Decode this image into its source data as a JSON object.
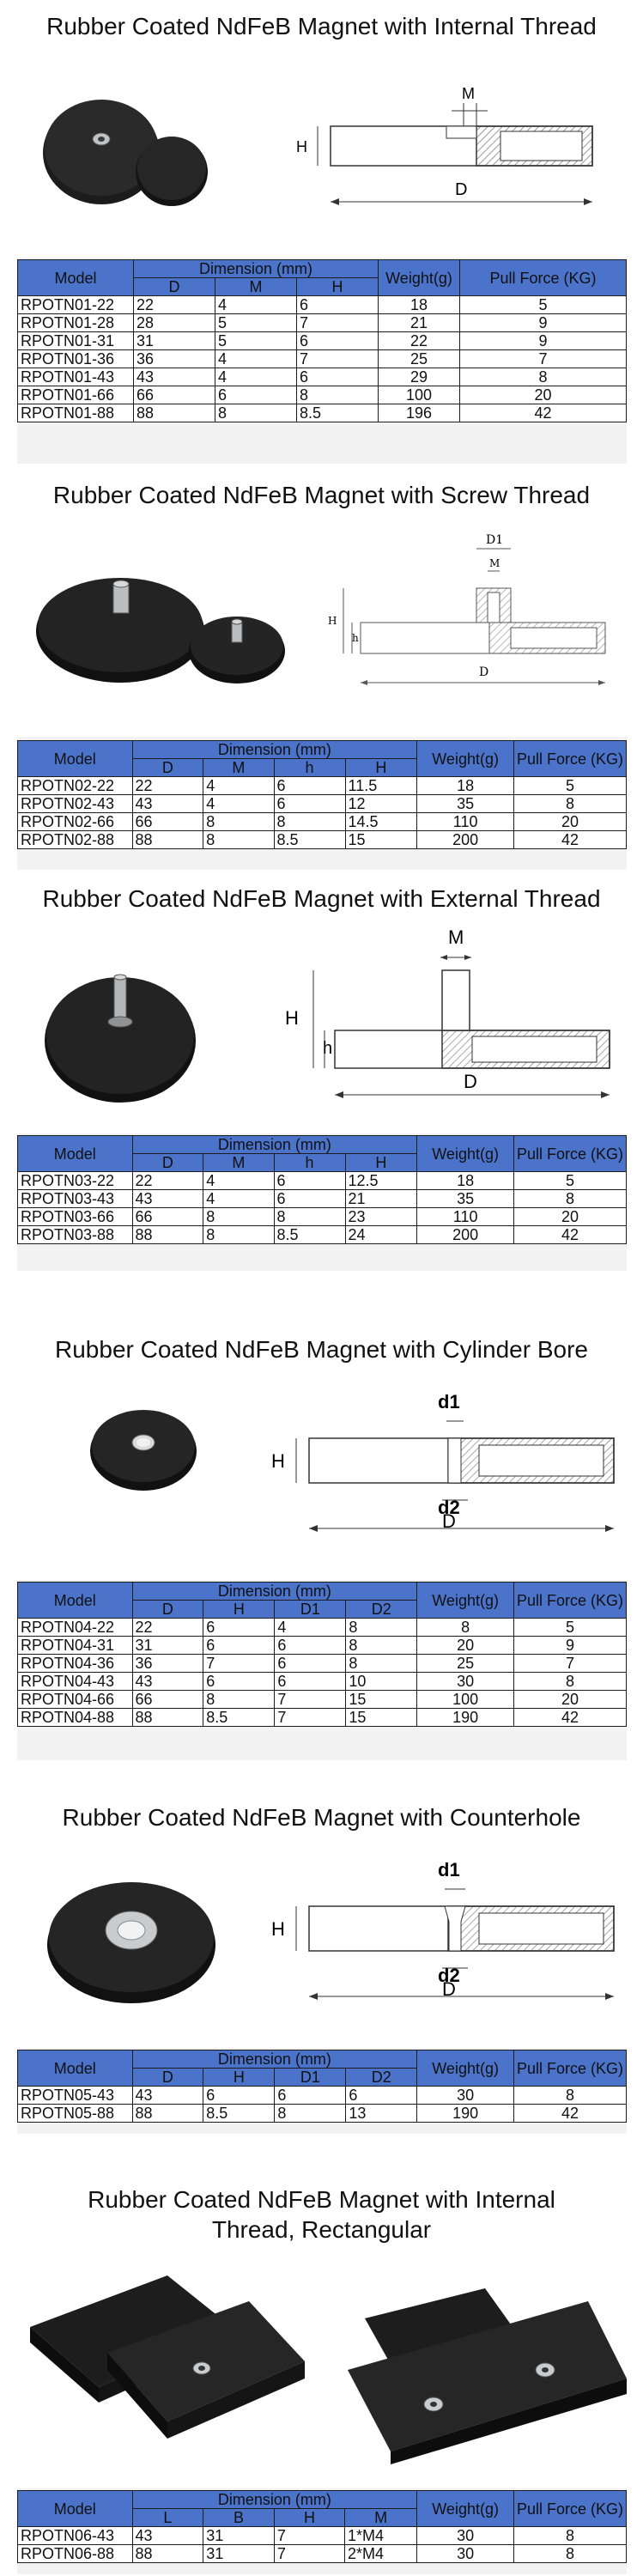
{
  "sections": [
    {
      "title": "Rubber Coated NdFeB Magnet with Internal Thread",
      "diagram_labels": [
        "M",
        "H",
        "D"
      ],
      "table": {
        "model_header": "Model",
        "dimension_header": "Dimension (mm)",
        "sub_headers": [
          "D",
          "M",
          "H"
        ],
        "weight_header": "Weight(g)",
        "pull_header": "Pull Force (KG)",
        "rows": [
          [
            "RPOTN01-22",
            "22",
            "4",
            "6",
            "18",
            "5"
          ],
          [
            "RPOTN01-28",
            "28",
            "5",
            "7",
            "21",
            "9"
          ],
          [
            "RPOTN01-31",
            "31",
            "5",
            "6",
            "22",
            "9"
          ],
          [
            "RPOTN01-36",
            "36",
            "4",
            "7",
            "25",
            "7"
          ],
          [
            "RPOTN01-43",
            "43",
            "4",
            "6",
            "29",
            "8"
          ],
          [
            "RPOTN01-66",
            "66",
            "6",
            "8",
            "100",
            "20"
          ],
          [
            "RPOTN01-88",
            "88",
            "8",
            "8.5",
            "196",
            "42"
          ]
        ]
      }
    },
    {
      "title": "Rubber Coated NdFeB Magnet with Screw Thread",
      "diagram_labels": [
        "D1",
        "M",
        "H",
        "h",
        "D"
      ],
      "table": {
        "model_header": "Model",
        "dimension_header": "Dimension (mm)",
        "sub_headers": [
          "D",
          "M",
          "h",
          "H"
        ],
        "weight_header": "Weight(g)",
        "pull_header": "Pull Force (KG)",
        "rows": [
          [
            "RPOTN02-22",
            "22",
            "4",
            "6",
            "11.5",
            "18",
            "5"
          ],
          [
            "RPOTN02-43",
            "43",
            "4",
            "6",
            "12",
            "35",
            "8"
          ],
          [
            "RPOTN02-66",
            "66",
            "8",
            "8",
            "14.5",
            "110",
            "20"
          ],
          [
            "RPOTN02-88",
            "88",
            "8",
            "8.5",
            "15",
            "200",
            "42"
          ]
        ]
      }
    },
    {
      "title": "Rubber Coated NdFeB Magnet with External Thread",
      "diagram_labels": [
        "M",
        "H",
        "h",
        "D"
      ],
      "table": {
        "model_header": "Model",
        "dimension_header": "Dimension (mm)",
        "sub_headers": [
          "D",
          "M",
          "h",
          "H"
        ],
        "weight_header": "Weight(g)",
        "pull_header": "Pull Force (KG)",
        "rows": [
          [
            "RPOTN03-22",
            "22",
            "4",
            "6",
            "12.5",
            "18",
            "5"
          ],
          [
            "RPOTN03-43",
            "43",
            "4",
            "6",
            "21",
            "35",
            "8"
          ],
          [
            "RPOTN03-66",
            "66",
            "8",
            "8",
            "23",
            "110",
            "20"
          ],
          [
            "RPOTN03-88",
            "88",
            "8",
            "8.5",
            "24",
            "200",
            "42"
          ]
        ]
      }
    },
    {
      "title": "Rubber Coated NdFeB Magnet with Cylinder Bore",
      "diagram_labels": [
        "d1",
        "H",
        "d2",
        "D"
      ],
      "table": {
        "model_header": "Model",
        "dimension_header": "Dimension (mm)",
        "sub_headers": [
          "D",
          "H",
          "D1",
          "D2"
        ],
        "weight_header": "Weight(g)",
        "pull_header": "Pull Force (KG)",
        "rows": [
          [
            "RPOTN04-22",
            "22",
            "6",
            "4",
            "8",
            "8",
            "5"
          ],
          [
            "RPOTN04-31",
            "31",
            "6",
            "6",
            "8",
            "20",
            "9"
          ],
          [
            "RPOTN04-36",
            "36",
            "7",
            "6",
            "8",
            "25",
            "7"
          ],
          [
            "RPOTN04-43",
            "43",
            "6",
            "6",
            "10",
            "30",
            "8"
          ],
          [
            "RPOTN04-66",
            "66",
            "8",
            "7",
            "15",
            "100",
            "20"
          ],
          [
            "RPOTN04-88",
            "88",
            "8.5",
            "7",
            "15",
            "190",
            "42"
          ]
        ]
      }
    },
    {
      "title": "Rubber Coated NdFeB Magnet with Counterhole",
      "diagram_labels": [
        "d1",
        "H",
        "d2",
        "D"
      ],
      "table": {
        "model_header": "Model",
        "dimension_header": "Dimension (mm)",
        "sub_headers": [
          "D",
          "H",
          "D1",
          "D2"
        ],
        "weight_header": "Weight(g)",
        "pull_header": "Pull Force (KG)",
        "rows": [
          [
            "RPOTN05-43",
            "43",
            "6",
            "6",
            "6",
            "30",
            "8"
          ],
          [
            "RPOTN05-88",
            "88",
            "8.5",
            "8",
            "13",
            "190",
            "42"
          ]
        ]
      }
    },
    {
      "title_line1": "Rubber Coated NdFeB Magnet with Internal",
      "title_line2": "Thread, Rectangular",
      "table": {
        "model_header": "Model",
        "dimension_header": "Dimension (mm)",
        "sub_headers": [
          "L",
          "B",
          "H",
          "M"
        ],
        "weight_header": "Weight(g)",
        "pull_header": "Pull Force (KG)",
        "rows": [
          [
            "RPOTN06-43",
            "43",
            "31",
            "7",
            "1*M4",
            "30",
            "8"
          ],
          [
            "RPOTN06-88",
            "88",
            "31",
            "7",
            "2*M4",
            "30",
            "8"
          ]
        ]
      }
    }
  ],
  "colors": {
    "header_blue": "#4a73c9",
    "rubber_black": "#1a1a1a",
    "hatch": "#777777"
  }
}
